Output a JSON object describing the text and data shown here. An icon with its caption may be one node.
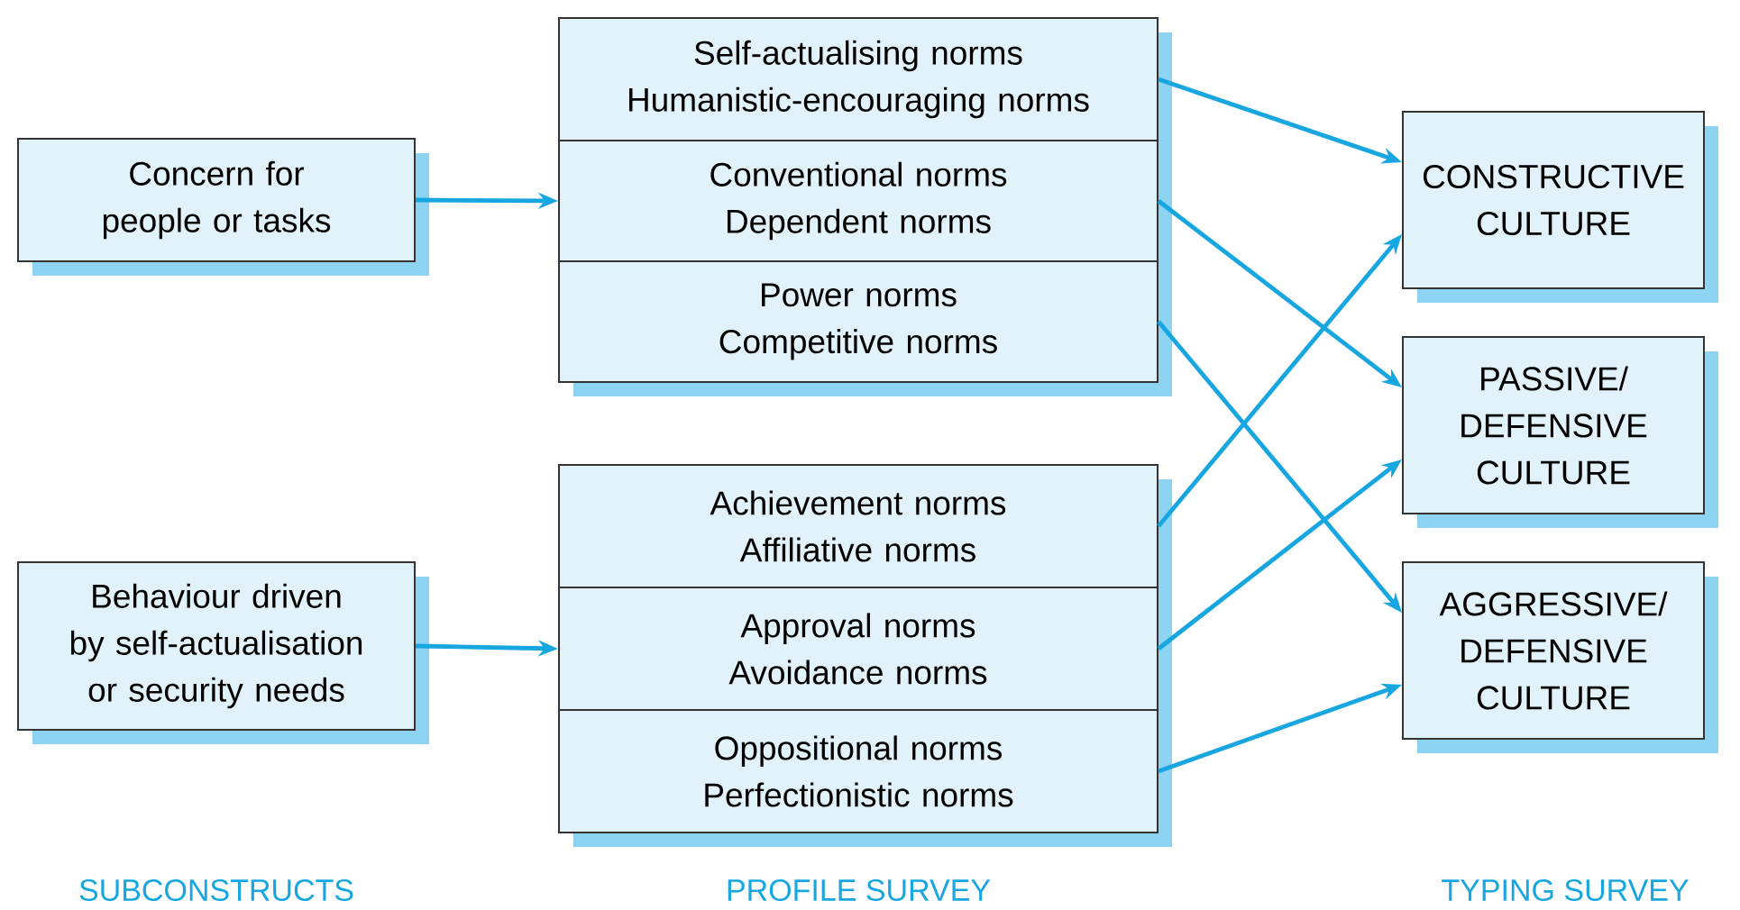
{
  "diagram": {
    "nodes": [
      {
        "text": [
          "Concern for people or tasks"
        ]
      },
      {
        "text": [
          "Behaviour driven by self-actualisation or security needs"
        ]
      },
      {
        "text": [
          "Self-actualising norms",
          "Humanistic-encouraging norms"
        ]
      },
      {
        "text": [
          "Conventional norms",
          "Dependent norms"
        ]
      },
      {
        "text": [
          "Power norms",
          "Competitive norms"
        ]
      },
      {
        "text": [
          "Achievement norms",
          "Affiliative norms"
        ]
      },
      {
        "text": [
          "Approval norms",
          "Avoidance norms"
        ]
      },
      {
        "text": [
          "Oppositional norms",
          "Perfectionistic norms"
        ]
      },
      {
        "text": [
          "CONSTRUCTIVE CULTURE"
        ]
      },
      {
        "text": [
          "PASSIVE/ DEFENSIVE CULTURE"
        ]
      },
      {
        "text": [
          "AGGRESSIVE/ DEFENSIVE CULTURE"
        ]
      }
    ],
    "edges": [
      {
        "from": 0,
        "to": 3,
        "arrow": "to"
      },
      {
        "from": 1,
        "to": 6,
        "arrow": "to"
      },
      {
        "from": 2,
        "to": 8,
        "arrow": "to"
      },
      {
        "from": 3,
        "to": 9,
        "arrow": "to"
      },
      {
        "from": 4,
        "to": 10,
        "arrow": "to"
      },
      {
        "from": 5,
        "to": 8,
        "arrow": "to"
      },
      {
        "from": 6,
        "to": 9,
        "arrow": "to"
      },
      {
        "from": 7,
        "to": 10,
        "arrow": "to"
      }
    ],
    "labels": [
      "SUBCONSTRUCTS",
      "PROFILE SURVEY",
      "TYPING SURVEY"
    ]
  }
}
